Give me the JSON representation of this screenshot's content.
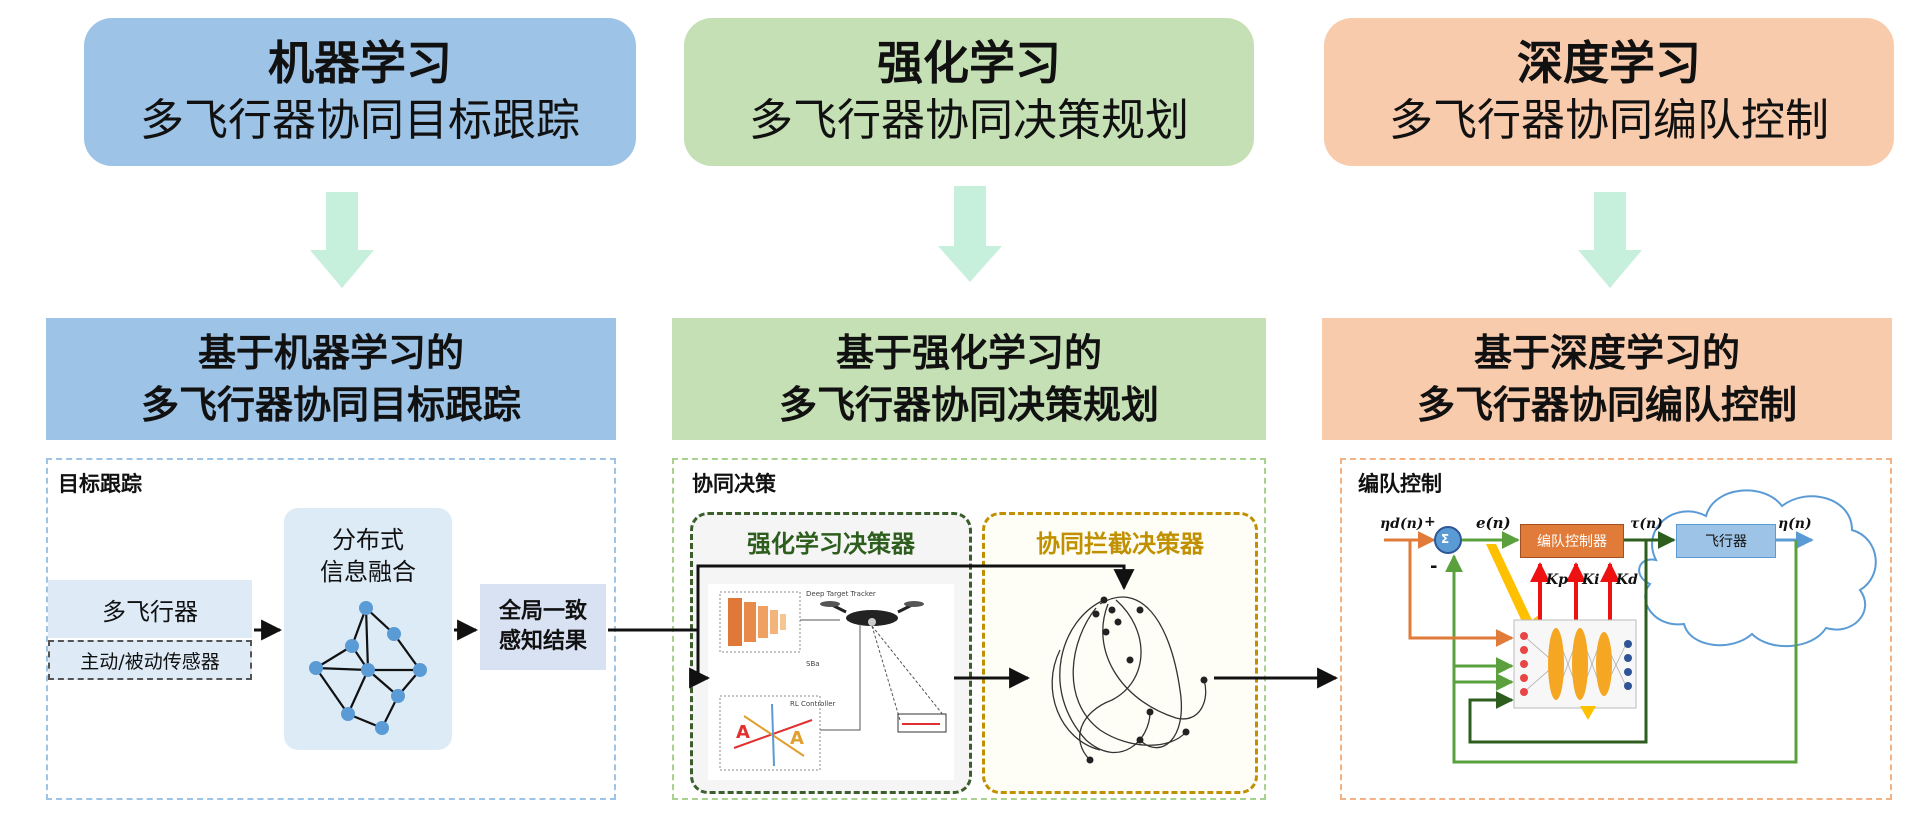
{
  "columns": [
    {
      "top_title": "机器学习",
      "top_subtitle": "多飞行器协同目标跟踪",
      "mid_line1": "基于机器学习的",
      "mid_line2": "多飞行器协同目标跟踪",
      "panel_label": "目标跟踪"
    },
    {
      "top_title": "强化学习",
      "top_subtitle": "多飞行器协同决策规划",
      "mid_line1": "基于强化学习的",
      "mid_line2": "多飞行器协同决策规划",
      "panel_label": "协同决策"
    },
    {
      "top_title": "深度学习",
      "top_subtitle": "多飞行器协同编队控制",
      "mid_line1": "基于深度学习的",
      "mid_line2": "多飞行器协同编队控制",
      "panel_label": "编队控制"
    }
  ],
  "tracking": {
    "multi_aircraft": "多飞行器",
    "sensor": "主动/被动传感器",
    "fusion_line1": "分布式",
    "fusion_line2": "信息融合",
    "result_line1": "全局一致",
    "result_line2": "感知结果"
  },
  "decision": {
    "rl_decider": "强化学习决策器",
    "intercept_decider": "协同拦截决策器",
    "fig_label_a": "Deep Target Tracker",
    "fig_label_b": "SBa",
    "fig_label_c": "RL Controller",
    "fig_letter_a": "A"
  },
  "control": {
    "eta_d": "ηd(n)",
    "plus": "+",
    "minus": "-",
    "sigma": "Σ",
    "e_n": "e(n)",
    "controller": "编队控制器",
    "tau_n": "τ(n)",
    "aircraft": "飞行器",
    "eta_n": "η(n)",
    "kp": "Kp",
    "ki": "Ki",
    "kd": "Kd"
  },
  "colors": {
    "blue_box": "#9dc3e6",
    "green_box": "#c5e0b4",
    "orange_box": "#f8cbad",
    "arrow_mint": "#c6efdc",
    "rl_title": "#2e5e1e",
    "intercept_title": "#c09000"
  }
}
